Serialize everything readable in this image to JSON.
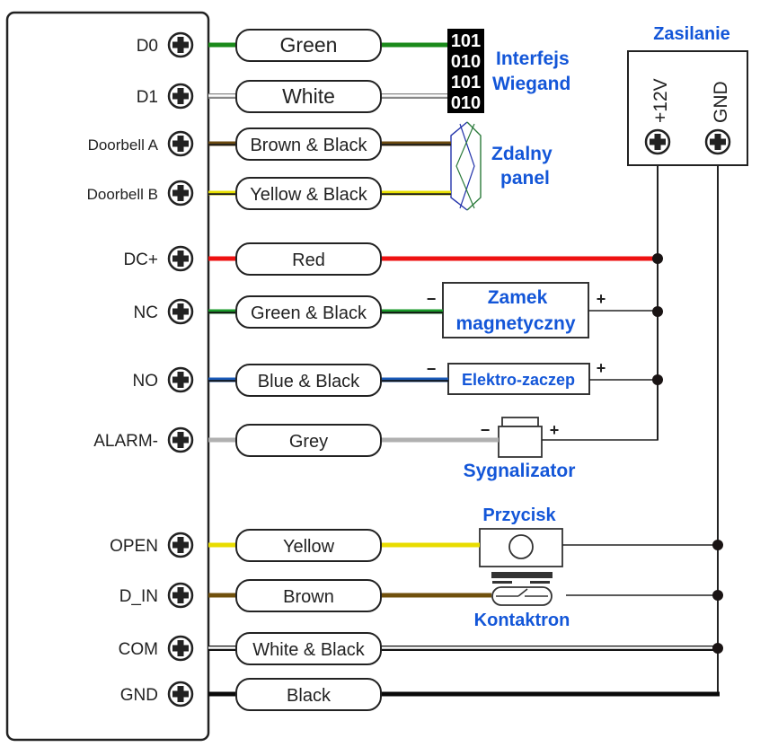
{
  "controller": {
    "terminals": [
      {
        "id": "d0",
        "label": "D0",
        "wire": "Green",
        "colors": [
          "#1a8a1a",
          "#1a8a1a"
        ]
      },
      {
        "id": "d1",
        "label": "D1",
        "wire": "White",
        "colors": [
          "#ffffff",
          "#888888"
        ]
      },
      {
        "id": "doorbell-a",
        "label": "Doorbell A",
        "wire": "Brown & Black",
        "colors": [
          "#6b4a10",
          "#1a1a1a"
        ]
      },
      {
        "id": "doorbell-b",
        "label": "Doorbell B",
        "wire": "Yellow & Black",
        "colors": [
          "#e8e000",
          "#1a1a1a"
        ]
      },
      {
        "id": "dc-plus",
        "label": "DC+",
        "wire": "Red",
        "colors": [
          "#ee1111",
          "#ee1111"
        ]
      },
      {
        "id": "nc",
        "label": "NC",
        "wire": "Green & Black",
        "colors": [
          "#1a9a2a",
          "#111111"
        ]
      },
      {
        "id": "no",
        "label": "NO",
        "wire": "Blue & Black",
        "colors": [
          "#1a5ab8",
          "#111111"
        ]
      },
      {
        "id": "alarm-minus",
        "label": "ALARM-",
        "wire": "Grey",
        "colors": [
          "#b0b0b0",
          "#b0b0b0"
        ]
      },
      {
        "id": "open",
        "label": "OPEN",
        "wire": "Yellow",
        "colors": [
          "#e8dc00",
          "#e8dc00"
        ]
      },
      {
        "id": "d-in",
        "label": "D_IN",
        "wire": "Brown",
        "colors": [
          "#70500c",
          "#70500c"
        ]
      },
      {
        "id": "com",
        "label": "COM",
        "wire": "White & Black",
        "colors": [
          "#ffffff",
          "#111111"
        ]
      },
      {
        "id": "gnd",
        "label": "GND",
        "wire": "Black",
        "colors": [
          "#0a0a0a",
          "#0a0a0a"
        ]
      }
    ]
  },
  "wiegand": {
    "bits": [
      "101",
      "010",
      "101",
      "010"
    ],
    "label_line1": "Interfejs",
    "label_line2": "Wiegand"
  },
  "remote_panel": {
    "label_line1": "Zdalny",
    "label_line2": "panel"
  },
  "power": {
    "title": "Zasilanie",
    "plus_label": "+12V",
    "gnd_label": "GND"
  },
  "devices": {
    "mag_lock": {
      "line1": "Zamek",
      "line2": "magnetyczny",
      "minus": "−",
      "plus": "+"
    },
    "strike": {
      "label": "Elektro-zaczep",
      "minus": "−",
      "plus": "+"
    },
    "buzzer": {
      "label": "Sygnalizator",
      "minus": "−",
      "plus": "+"
    },
    "button": {
      "label": "Przycisk"
    },
    "reed": {
      "label": "Kontaktron"
    }
  },
  "colors": {
    "accent_blue": "#1356d8",
    "line": "#222222"
  }
}
